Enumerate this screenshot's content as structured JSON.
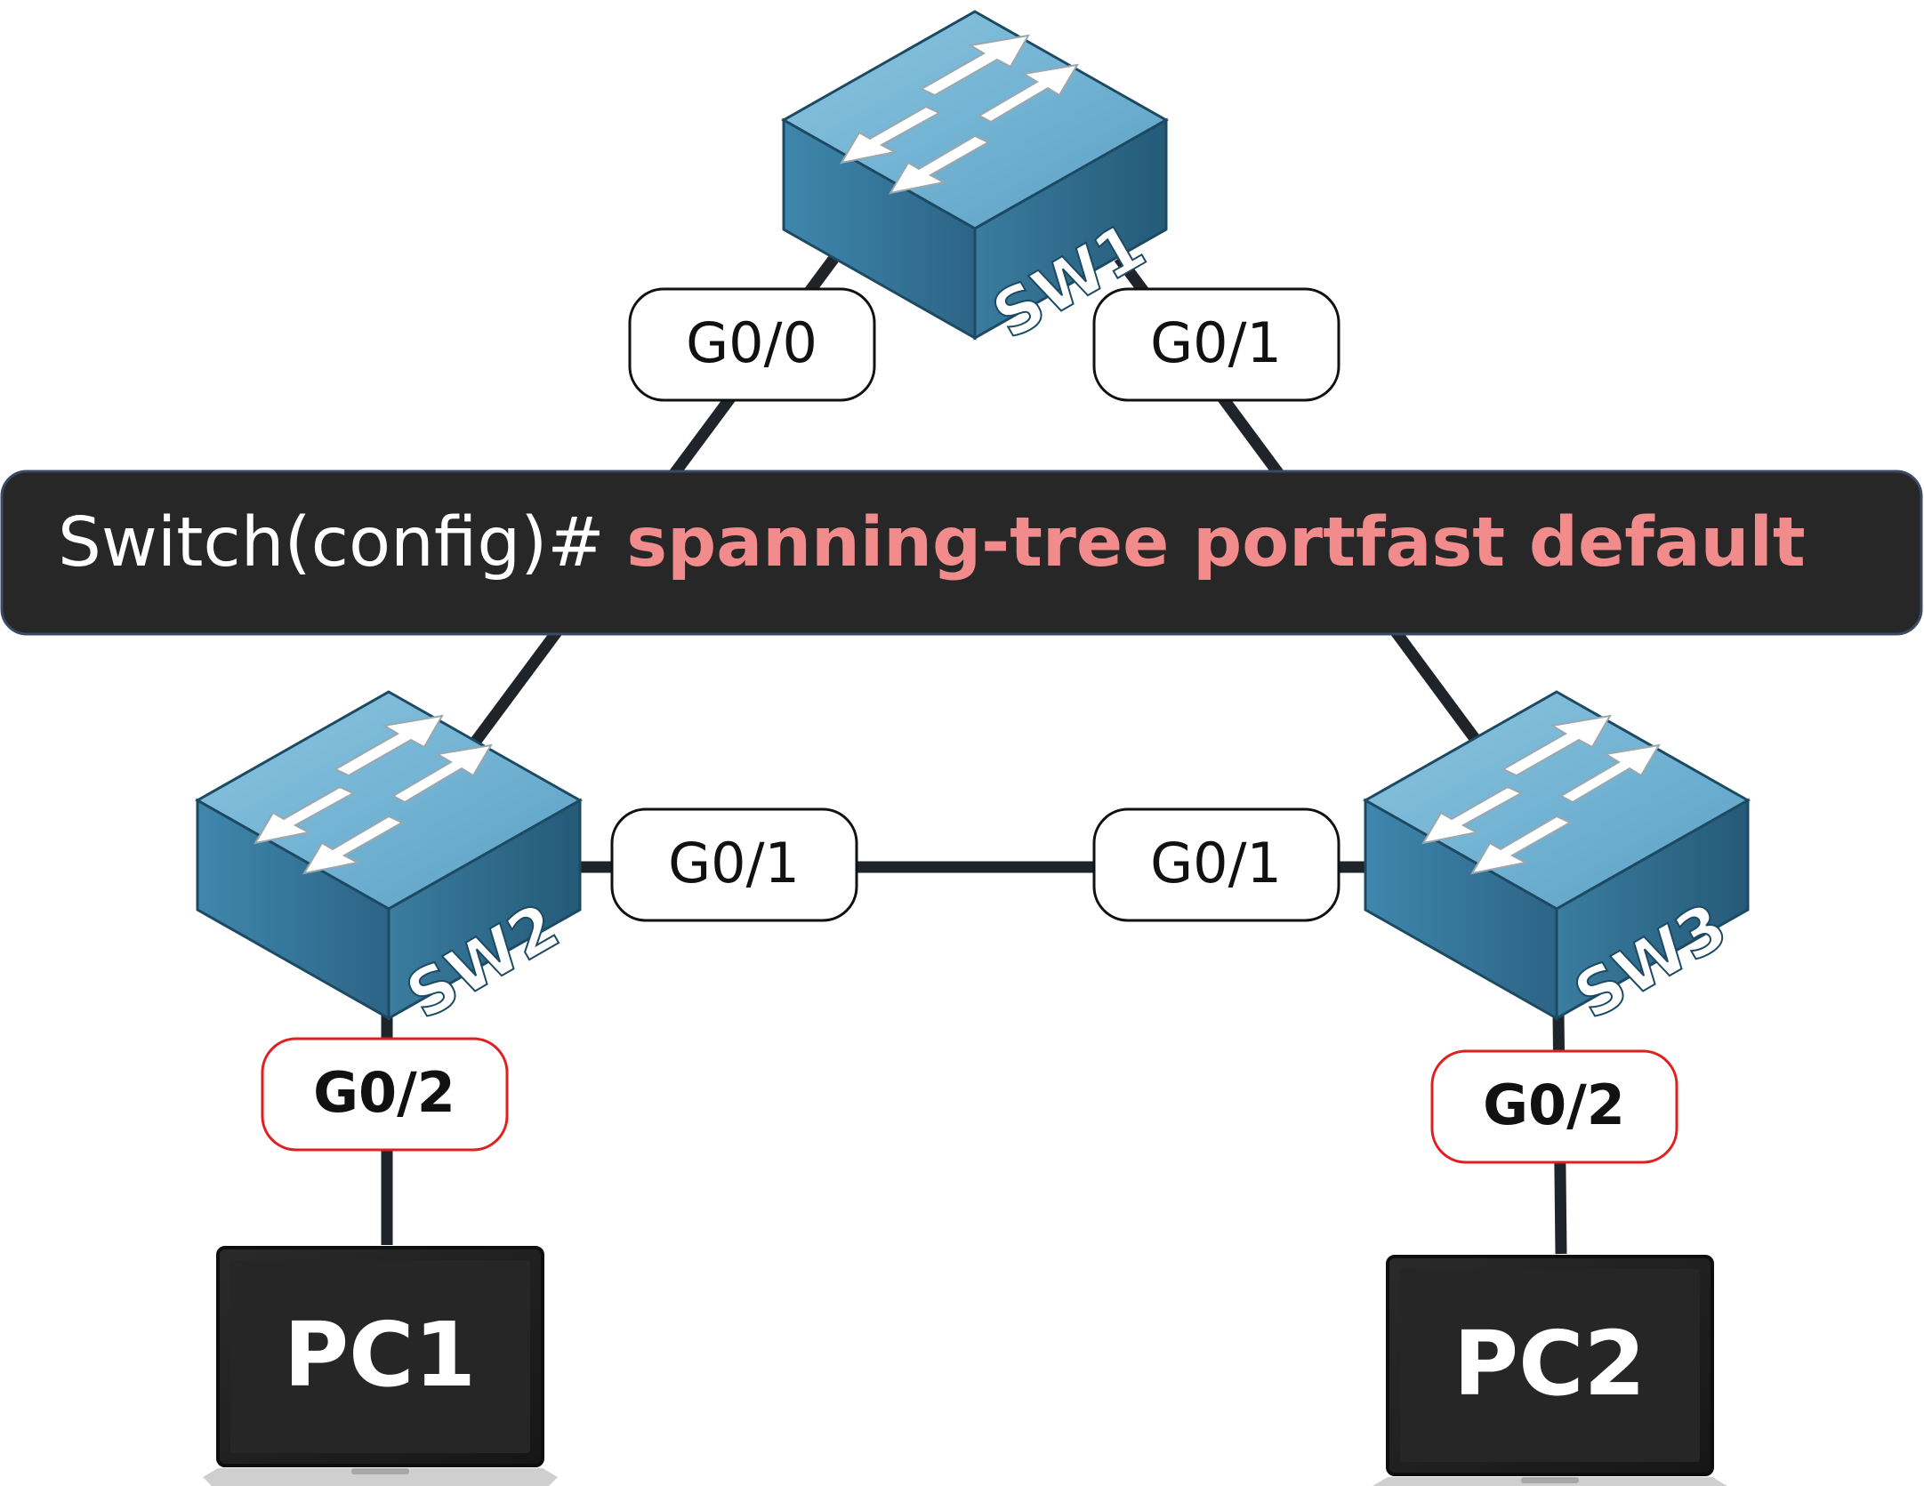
{
  "devices": {
    "sw1": {
      "name": "SW1"
    },
    "sw2": {
      "name": "SW2"
    },
    "sw3": {
      "name": "SW3"
    },
    "pc1": {
      "name": "PC1"
    },
    "pc2": {
      "name": "PC2"
    }
  },
  "ports": {
    "sw1_to_sw2": "G0/0",
    "sw1_to_sw3": "G0/1",
    "sw2_to_sw3": "G0/1",
    "sw3_to_sw2": "G0/1",
    "sw2_to_pc1": "G0/2",
    "sw3_to_pc2": "G0/2"
  },
  "command": {
    "prompt": "Switch(config)# ",
    "text": "spanning-tree portfast default"
  },
  "colors": {
    "switch_top": "#7fbddc",
    "switch_side": "#3d7fa0",
    "switch_front": "#2f6a8a",
    "link": "#1f232a",
    "command_bg": "#272727",
    "command_highlight": "#f28b8b",
    "edge_port_border": "#e02020",
    "pc_body": "#1a1a1a",
    "pc_base": "#cfcfcf"
  }
}
